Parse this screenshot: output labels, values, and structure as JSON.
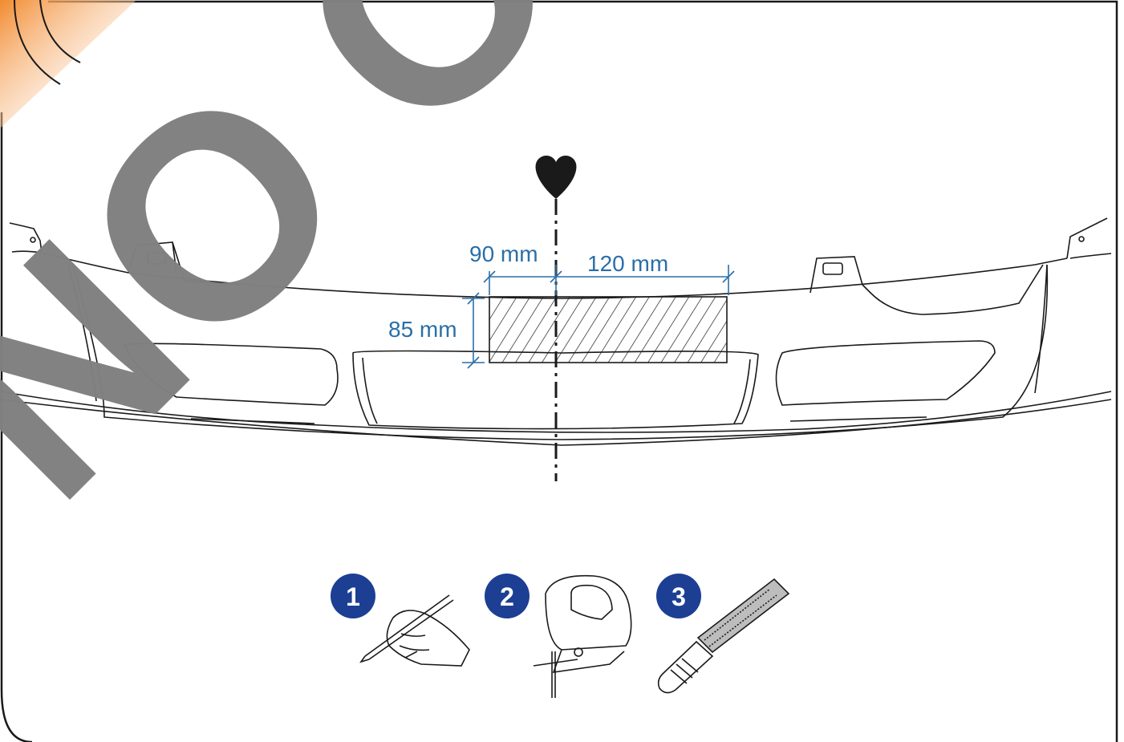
{
  "colors": {
    "dimension": "#2a6fa8",
    "line": "#1a1a1a",
    "badge": "#1c3f94",
    "badge_text": "#ffffff",
    "corner_accent": "#f28a2e",
    "watermark": "#808080"
  },
  "centerline_marker": "heart-icon",
  "dimensions": {
    "left_width": "90 mm",
    "right_width": "120 mm",
    "height": "85 mm"
  },
  "steps": [
    {
      "number": "1",
      "tool": "pencil-hand-icon"
    },
    {
      "number": "2",
      "tool": "jigsaw-icon"
    },
    {
      "number": "3",
      "tool": "file-icon"
    }
  ],
  "watermark": "NO ORIGINAL"
}
